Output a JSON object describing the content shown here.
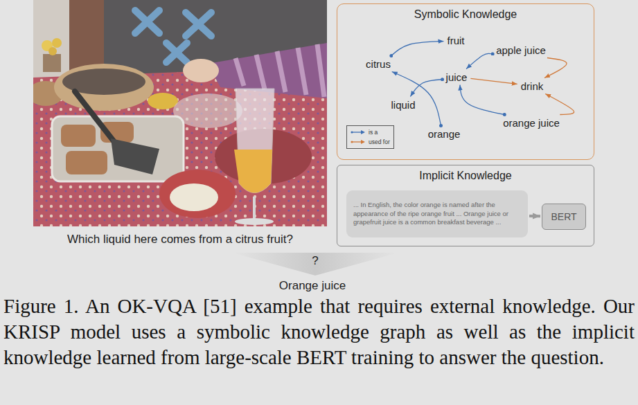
{
  "diagram": {
    "caption": "Figure 1. An OK-VQA [51] example that requires external knowledge. Our KRISP model uses a symbolic knowledge graph as well as the implicit knowledge learned from large-scale BERT training to answer the question.",
    "nodes": [
      {
        "text": [
          "Symbolic Knowledge"
        ]
      },
      {
        "text": [
          "fruit"
        ],
        "in": 0
      },
      {
        "text": [
          "apple juice"
        ],
        "in": 0
      },
      {
        "text": [
          "citrus"
        ],
        "in": 0
      },
      {
        "text": [
          "juice"
        ],
        "in": 0
      },
      {
        "text": [
          "drink"
        ],
        "in": 0
      },
      {
        "text": [
          "liquid"
        ],
        "in": 0
      },
      {
        "text": [
          "orange"
        ],
        "in": 0
      },
      {
        "text": [
          "orange juice"
        ],
        "in": 0
      },
      {
        "text": [
          "Implicit Knowledge"
        ]
      },
      {
        "text": [
          "... In English, the color orange is named after the appearance of the ripe orange fruit ... Orange juice or grapefruit juice is a common breakfast beverage ..."
        ],
        "in": 9
      },
      {
        "text": [
          "BERT"
        ],
        "in": 9
      },
      {
        "text": [
          "?"
        ]
      }
    ],
    "edges": [
      {
        "from": 3,
        "to": 1,
        "arrow": "to"
      },
      {
        "from": 2,
        "to": 4,
        "arrow": "to"
      },
      {
        "from": 2,
        "to": 5,
        "arrow": "to"
      },
      {
        "from": 4,
        "to": 5,
        "arrow": "to"
      },
      {
        "from": 4,
        "to": 6,
        "arrow": "to"
      },
      {
        "from": 7,
        "to": 3,
        "arrow": "to"
      },
      {
        "from": 8,
        "to": 4,
        "arrow": "to"
      },
      {
        "from": 8,
        "to": 5,
        "arrow": "to"
      },
      {
        "from": 10,
        "to": 11,
        "arrow": "to"
      }
    ],
    "labels": [
      "Which liquid here comes from a citrus fruit?",
      "Orange juice"
    ],
    "legend": [
      {
        "text": "is a"
      },
      {
        "text": "used for"
      }
    ]
  }
}
